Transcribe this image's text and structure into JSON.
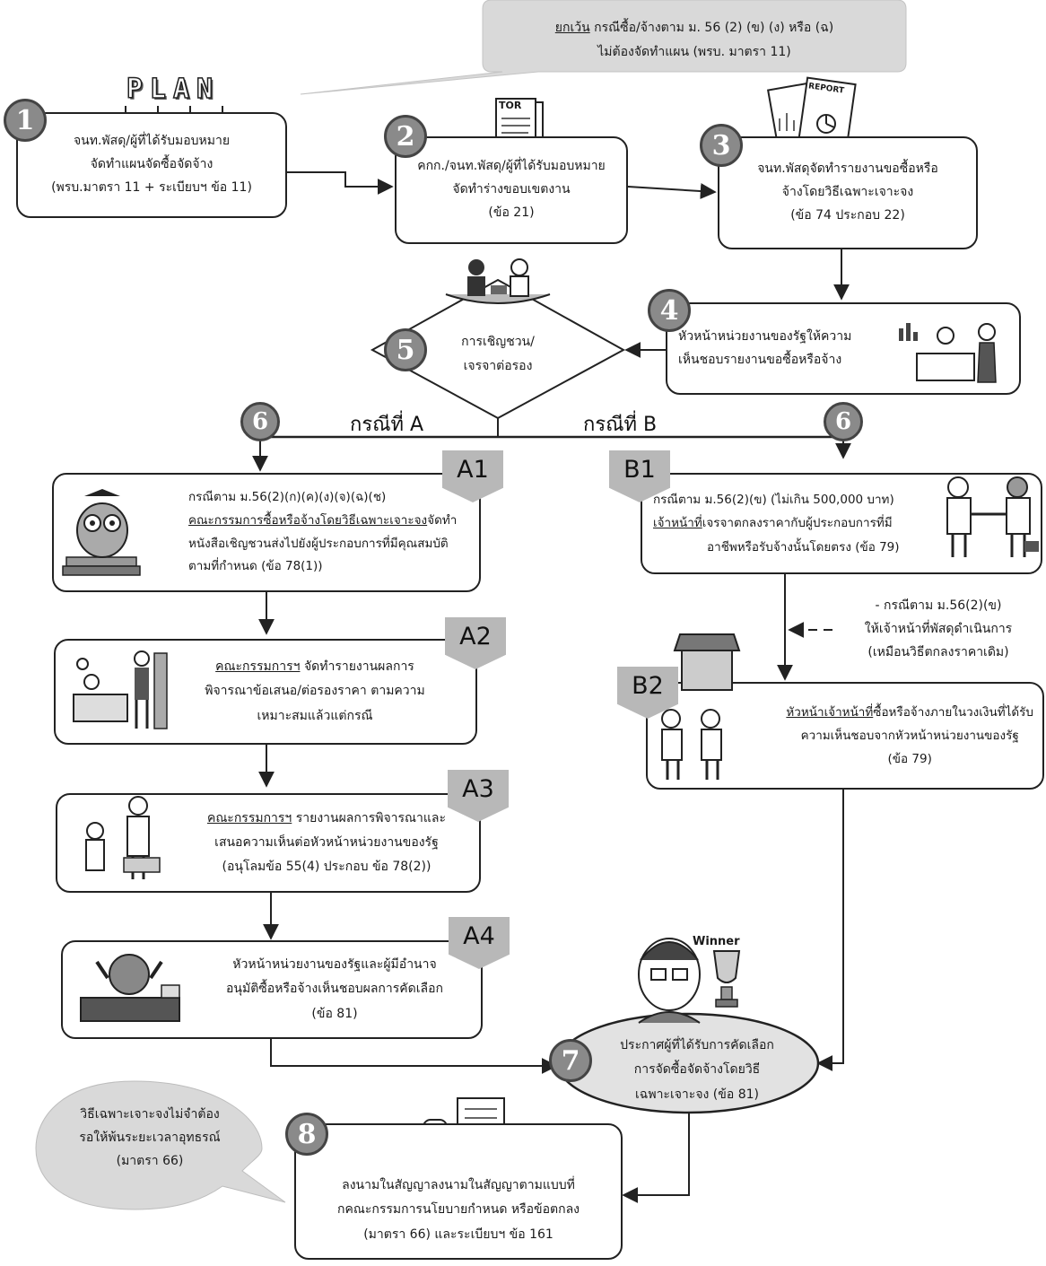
{
  "callout_exception": {
    "lead": "ยกเว้น",
    "line1": " กรณีซื้อ/จ้างตาม ม. 56 (2) (ข) (ง) หรือ (ฉ)",
    "line2": "ไม่ต้องจัดทำแผน (พรบ. มาตรา 11)"
  },
  "plan_word": "PLAN",
  "tor_word": "TOR",
  "report_word": "REPORT",
  "steps": {
    "s1": {
      "num": "1",
      "lines": [
        "จนท.พัสดุ/ผู้ที่ได้รับมอบหมาย",
        "จัดทำแผนจัดซื้อจัดจ้าง",
        "(พรบ.มาตรา 11 + ระเบียบฯ ข้อ 11)"
      ]
    },
    "s2": {
      "num": "2",
      "lines": [
        "คกก./จนท.พัสดุ/ผู้ที่ได้รับมอบหมาย",
        "จัดทำร่างขอบเขตงาน",
        "(ข้อ 21)"
      ]
    },
    "s3": {
      "num": "3",
      "lines": [
        "จนท.พัสดุจัดทำรายงานขอซื้อหรือ",
        "จ้างโดยวิธีเฉพาะเจาะจง",
        "(ข้อ 74 ประกอบ 22)"
      ]
    },
    "s4": {
      "num": "4",
      "lines": [
        "หัวหน้าหน่วยงานของรัฐให้ความ",
        "เห็นชอบรายงานขอซื้อหรือจ้าง"
      ]
    },
    "s5": {
      "num": "5",
      "lines": [
        "การเชิญชวน/",
        "เจรจาต่อรอง"
      ]
    },
    "s6": {
      "num": "6"
    },
    "s7": {
      "num": "7",
      "lines": [
        "ประกาศผู้ที่ได้รับการคัดเลือก",
        "การจัดซื้อจัดจ้างโดยวิธี",
        "เฉพาะเจาะจง (ข้อ 81)"
      ]
    },
    "s8": {
      "num": "8",
      "lines": [
        "ลงนามในสัญญาลงนามในสัญญาตามแบบที่",
        "กคณะกรรมการนโยบายกำหนด หรือข้อตกลง",
        "(มาตรา 66) และระเบียบฯ ข้อ 161"
      ]
    }
  },
  "case_a": "กรณีที่ A",
  "case_b": "กรณีที่ B",
  "a1": {
    "tag": "A1",
    "line1": "กรณีตาม ม.56(2)(ก)(ค)(ง)(จ)(ฉ)(ช)",
    "line2_u": "คณะกรรมการซื้อหรือจ้างโดยวิธีเฉพาะเจาะจง",
    "line2_rest": "จัดทำ",
    "line3": "หนังสือเชิญชวนส่งไปยังผู้ประกอบการที่มีคุณสมบัติ",
    "line4": "ตามที่กำหนด (ข้อ 78(1))"
  },
  "a2": {
    "tag": "A2",
    "line1_u": "คณะกรรมการฯ",
    "line1_rest": " จัดทำรายงานผลการ",
    "line2": "พิจารณาข้อเสนอ/ต่อรองราคา ตามความ",
    "line3": "เหมาะสมแล้วแต่กรณี"
  },
  "a3": {
    "tag": "A3",
    "line1_u": "คณะกรรมการฯ",
    "line1_rest": " รายงานผลการพิจารณาและ",
    "line2": "เสนอความเห็นต่อหัวหน้าหน่วยงานของรัฐ",
    "line3": "(อนุโลมข้อ 55(4) ประกอบ ข้อ 78(2))"
  },
  "a4": {
    "tag": "A4",
    "line1": "หัวหน้าหน่วยงานของรัฐและผู้มีอำนาจ",
    "line2": "อนุมัติซื้อหรือจ้างเห็นชอบผลการคัดเลือก",
    "line3": "(ข้อ 81)"
  },
  "b1": {
    "tag": "B1",
    "line1": "กรณีตาม ม.56(2)(ข) (ไม่เกิน 500,000 บาท)",
    "line2_u": "เจ้าหน้าที่",
    "line2_rest": "เจรจาตกลงราคากับผู้ประกอบการที่มี",
    "line3": "อาชีพหรือรับจ้างนั้นโดยตรง (ข้อ 79)"
  },
  "b_note": {
    "line1": "- กรณีตาม ม.56(2)(ข)",
    "line2": "ให้เจ้าหน้าที่พัสดุดำเนินการ",
    "line3": "(เหมือนวิธีตกลงราคาเดิม)"
  },
  "b2": {
    "tag": "B2",
    "line1_u": "หัวหน้าเจ้าหน้าที่",
    "line1_rest": "ซื้อหรือจ้างภายในวงเงินที่ได้รับ",
    "line2": "ความเห็นชอบจากหัวหน้าหน่วยงานของรัฐ",
    "line3": "(ข้อ 79)"
  },
  "winner_label": "Winner",
  "callout_appeal": {
    "lines": [
      "วิธีเฉพาะเจาะจงไม่จำต้อง",
      "รอให้พ้นระยะเวลาอุทธรณ์",
      "(มาตรา 66)"
    ]
  },
  "colors": {
    "line": "#222222",
    "badge": "#8a8a8a",
    "tag": "#b8b8b8",
    "callout": "#d9d9d9",
    "oval": "#e2e2e2"
  }
}
